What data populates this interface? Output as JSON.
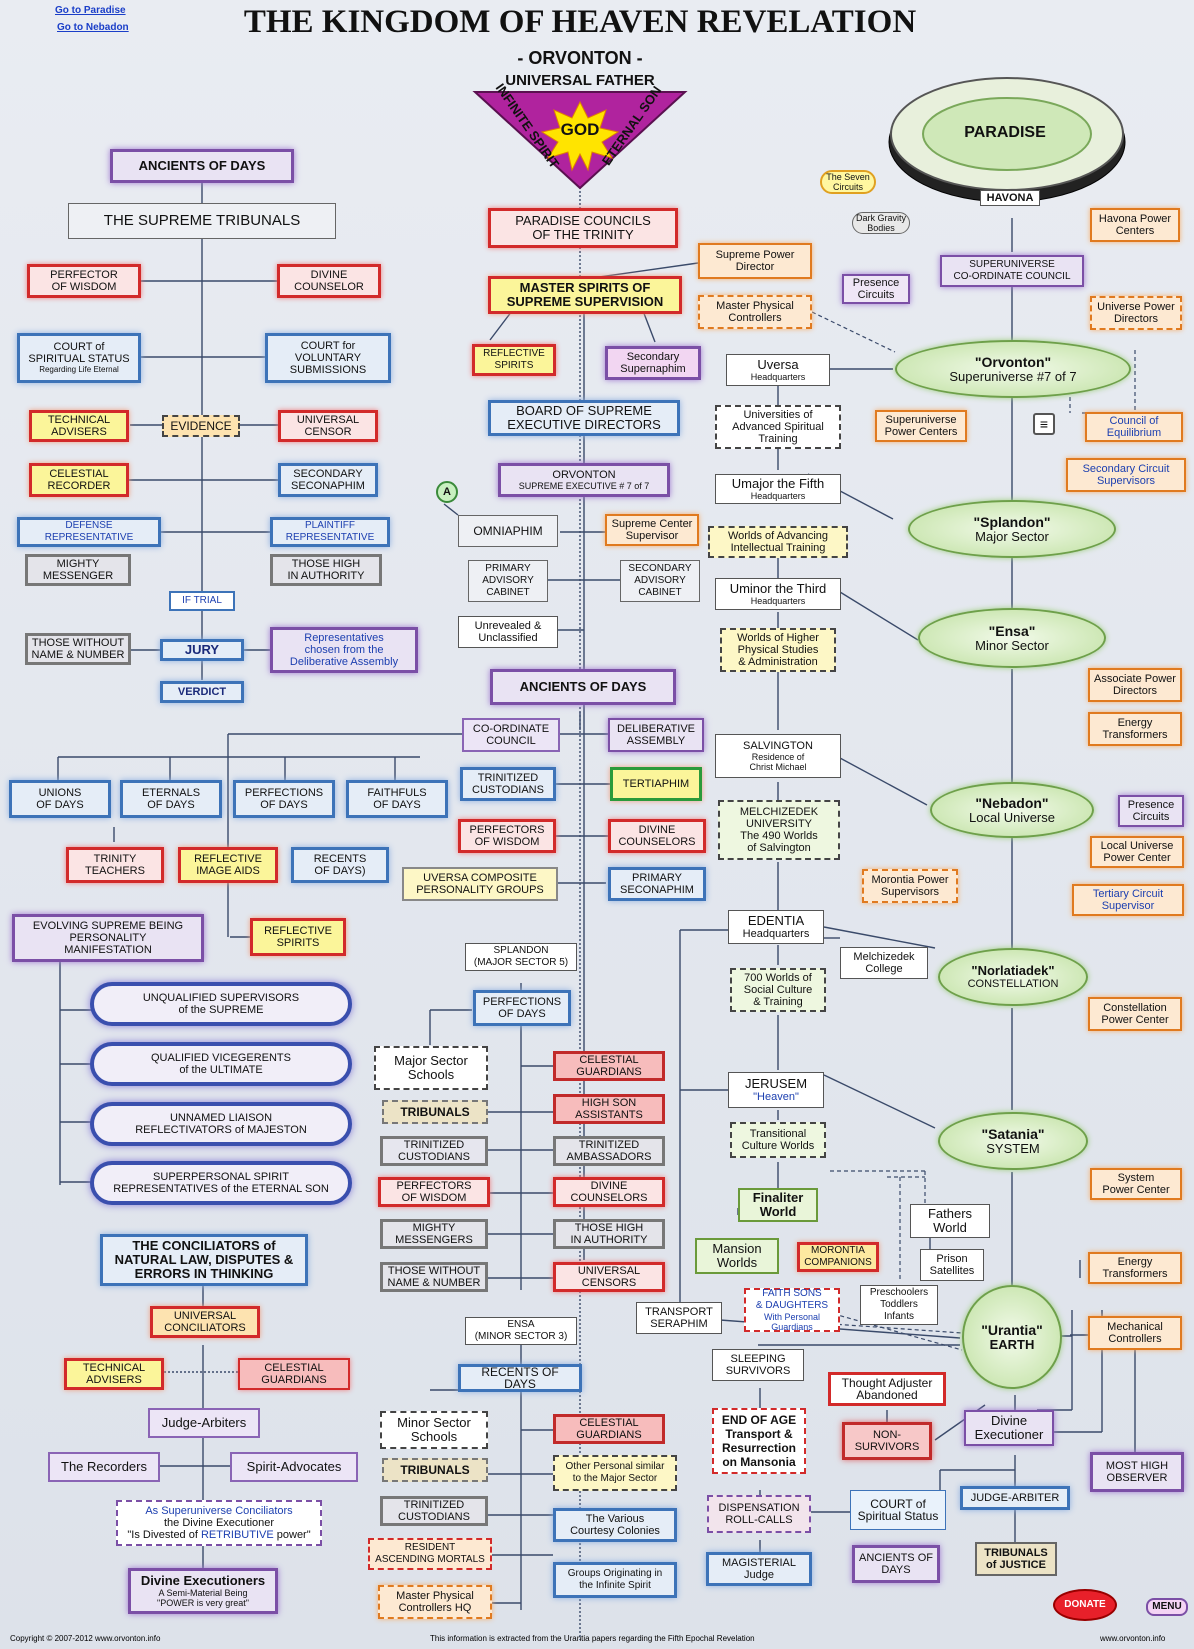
{
  "header": {
    "title": "THE KINGDOM OF HEAVEN  REVELATION",
    "subtitle": "- ORVONTON -",
    "link_paradise": "Go to Paradise",
    "link_nebadon": "Go to Nebadon"
  },
  "trinity": {
    "father": "UNIVERSAL FATHER",
    "spirit": "INFINITE SPIRIT",
    "son": "ETERNAL SON",
    "god": "GOD"
  },
  "paradise_diagram": {
    "paradise": "PARADISE",
    "havona": "HAVONA",
    "seven_circuits": "The Seven\nCircuits",
    "dark_gravity": "Dark Gravity\nBodies"
  },
  "nodes": {
    "ancients_top": "ANCIENTS OF DAYS",
    "supreme_tribunals": "THE SUPREME TRIBUNALS",
    "perfector_wisdom": "PERFECTOR\nOF WISDOM",
    "divine_counselor": "DIVINE\nCOUNSELOR",
    "court_spiritual": "COURT of\nSPIRITUAL STATUS",
    "court_spiritual_sub": "Regarding Life Eternal",
    "court_voluntary": "COURT for\nVOLUNTARY\nSUBMISSIONS",
    "technical_advisers": "TECHNICAL\nADVISERS",
    "evidence": "EVIDENCE",
    "universal_censor": "UNIVERSAL\nCENSOR",
    "celestial_recorder": "CELESTIAL\nRECORDER",
    "secondary_seconaphim": "SECONDARY\nSECONAPHIM",
    "defense_rep": "DEFENSE\nREPRESENTATIVE",
    "plaintiff_rep": "PLAINTIFF\nREPRESENTATIVE",
    "mighty_messenger": "MIGHTY\nMESSENGER",
    "those_high": "THOSE HIGH\nIN AUTHORITY",
    "if_trial": "IF TRIAL",
    "those_without": "THOSE WITHOUT\nNAME & NUMBER",
    "jury": "JURY",
    "representatives": "Representatives\nchosen from the\nDeliberative Assembly",
    "verdict": "VERDICT",
    "paradise_councils": "PARADISE COUNCILS\nOF THE TRINITY",
    "master_spirits": "MASTER SPIRITS OF\nSUPREME SUPERVISION",
    "supreme_power_director": "Supreme Power\nDirector",
    "master_physical": "Master Physical\nControllers",
    "reflective_spirits": "REFLECTIVE\nSPIRITS",
    "secondary_supernaphim": "Secondary\nSupernaphim",
    "board_supreme": "BOARD OF SUPREME\nEXECUTIVE DIRECTORS",
    "orvonton_exec": "ORVONTON",
    "orvonton_exec_sub": "SUPREME EXECUTIVE # 7 of 7",
    "a_marker": "A",
    "omniaphim": "OMNIAPHIM",
    "supreme_center_supervisor": "Supreme Center\nSupervisor",
    "primary_advisory": "PRIMARY\nADVISORY\nCABINET",
    "secondary_advisory": "SECONDARY\nADVISORY\nCABINET",
    "unrevealed": "Unrevealed &\nUnclassified",
    "ancients_mid": "ANCIENTS OF DAYS",
    "coordinate_council": "CO-ORDINATE\nCOUNCIL",
    "deliberative_assembly": "DELIBERATIVE\nASSEMBLY",
    "unions_days": "UNIONS\nOF DAYS",
    "eternals_days": "ETERNALS\nOF DAYS",
    "perfections_days": "PERFECTIONS\nOF DAYS",
    "faithfuls_days": "FAITHFULS\nOF DAYS",
    "trinitized_custodians": "TRINITIZED\nCUSTODIANS",
    "tertiaphim": "TERTIAPHIM",
    "trinity_teachers": "TRINITY\nTEACHERS",
    "reflective_image": "REFLECTIVE\nIMAGE AIDS",
    "recents_days": "RECENTS\nOF DAYS)",
    "perfectors_wisdom": "PERFECTORS\nOF WISDOM",
    "divine_counselors": "DIVINE\nCOUNSELORS",
    "uversa_composite": "UVERSA COMPOSITE\nPERSONALITY GROUPS",
    "primary_seconaphim": "PRIMARY\nSECONAPHIM",
    "evolving_supreme": "EVOLVING SUPREME BEING\nPERSONALITY\nMANIFESTATION",
    "reflective_spirits2": "REFLECTIVE\nSPIRITS",
    "unqualified": "UNQUALIFIED SUPERVISORS\nof the SUPREME",
    "qualified": "QUALIFIED VICEGERENTS\nof the ULTIMATE",
    "unnamed": "UNNAMED LIAISON\nREFLECTIVATORS of MAJESTON",
    "superpersonal": "SUPERPERSONAL SPIRIT\nREPRESENTATIVES of the ETERNAL SON",
    "conciliators_title": "THE CONCILIATORS of\nNATURAL LAW, DISPUTES &\nERRORS IN THINKING",
    "universal_conciliators": "UNIVERSAL\nCONCILIATORS",
    "technical_advisers2": "TECHNICAL\nADVISERS",
    "celestial_guardians_c": "CELESTIAL\nGUARDIANS",
    "judge_arbiters": "Judge-Arbiters",
    "the_recorders": "The Recorders",
    "spirit_advocates": "Spirit-Advocates",
    "as_super_1": "As Superuniverse Conciliators",
    "as_super_2": "the Divine Executioner",
    "as_super_3a": "\"Is Divested of ",
    "as_super_3b": "RETRIBUTIVE",
    "as_super_3c": " power\"",
    "divine_executioners": "Divine Executioners",
    "divine_executioners_sub": "A Semi-Material Being\n\"POWER is very great\"",
    "splandon_ms": "SPLANDON\n(MAJOR SECTOR 5)",
    "perfections_days2": "PERFECTIONS\nOF DAYS",
    "major_sector_schools": "Major Sector\nSchools",
    "celestial_guardians1": "CELESTIAL\nGUARDIANS",
    "tribunals1": "TRIBUNALS",
    "high_son": "HIGH SON\nASSISTANTS",
    "trinitized_custodians2": "TRINITIZED\nCUSTODIANS",
    "trinitized_ambassadors": "TRINITIZED\nAMBASSADORS",
    "perfectors_wisdom2": "PERFECTORS\nOF WISDOM",
    "divine_counselors2": "DIVINE\nCOUNSELORS",
    "mighty_messengers2": "MIGHTY\nMESSENGERS",
    "those_high2": "THOSE HIGH\nIN AUTHORITY",
    "those_without2": "THOSE WITHOUT\nNAME & NUMBER",
    "universal_censors2": "UNIVERSAL\nCENSORS",
    "ensa_ms": "ENSA\n(MINOR SECTOR 3)",
    "recents_days2": "RECENTS OF DAYS",
    "minor_sector_schools": "Minor Sector\nSchools",
    "celestial_guardians2": "CELESTIAL\nGUARDIANS",
    "tribunals2": "TRIBUNALS",
    "other_personal": "Other Personal similar\nto the Major Sector",
    "trinitized_custodians3": "TRINITIZED\nCUSTODIANS",
    "various_courtesy": "The Various\nCourtesy Colonies",
    "resident_ascending": "RESIDENT\nASCENDING MORTALS",
    "groups_originating": "Groups Originating in\nthe Infinite Spirit",
    "master_physical_hq": "Master Physical\nControllers HQ",
    "uversa": "Uversa",
    "uversa_sub": "Headquarters",
    "universities": "Universities of\nAdvanced Spiritual\nTraining",
    "umajor": "Umajor the Fifth",
    "umajor_sub": "Headquarters",
    "worlds_advancing": "Worlds of Advancing\nIntellectual Training",
    "uminor": "Uminor the Third",
    "uminor_sub": "Headquarters",
    "worlds_higher": "Worlds of Higher\nPhysical Studies\n& Administration",
    "salvington": "SALVINGTON",
    "salvington_sub": "Residence of\nChrist Michael",
    "melchizedek_univ": "MELCHIZEDEK\nUNIVERSITY\nThe 490 Worlds\nof Salvington",
    "edentia": "EDENTIA",
    "edentia_sub": "Headquarters",
    "melchizedek_college": "Melchizedek\nCollege",
    "seven_hundred": "700 Worlds of\nSocial Culture\n& Training",
    "jerusem": "JERUSEM",
    "jerusem_sub": "\"Heaven\"",
    "transitional": "Transitional\nCulture Worlds",
    "finaliter": "Finaliter\nWorld",
    "fathers_world": "Fathers\nWorld",
    "mansion_worlds": "Mansion\nWorlds",
    "morontia_companions": "MORONTIA\nCOMPANIONS",
    "prison_satellites": "Prison\nSatellites",
    "transport_seraphim": "TRANSPORT\nSERAPHIM",
    "faith_sons": "FAITH SONS\n& DAUGHTERS",
    "faith_sons_sub": "With Personal\nGuardians",
    "preschoolers": "Preschoolers\nToddlers\nInfants",
    "sleeping_survivors": "SLEEPING\nSURVIVORS",
    "thought_adjuster": "Thought Adjuster\nAbandoned",
    "end_of_age": "END OF AGE\nTransport &\nResurrection\non Mansonia",
    "non_survivors": "NON-\nSURVIVORS",
    "divine_executioner": "Divine\nExecutioner",
    "dispensation": "DISPENSATION\nROLL-CALLS",
    "court_spiritual2": "COURT of\nSpiritual Status",
    "judge_arbiter": "JUDGE-ARBITER",
    "most_high_observer": "MOST HIGH\nOBSERVER",
    "magisterial_judge": "MAGISTERIAL\nJudge",
    "ancients_bottom": "ANCIENTS OF\nDAYS",
    "tribunals_justice": "TRIBUNALS\nof JUSTICE",
    "havona_power": "Havona Power\nCenters",
    "superuniverse_coord": "SUPERUNIVERSE\nCO-ORDINATE COUNCIL",
    "presence_circuits1": "Presence\nCircuits",
    "universe_power_directors": "Universe Power\nDirectors",
    "orvonton_super": "\"Orvonton\"",
    "orvonton_super_sub": "Superuniverse #7 of 7",
    "superuniverse_power": "Superuniverse\nPower Centers",
    "menu_icon": "≡",
    "council_equilibrium": "Council of\nEquilibrium",
    "secondary_circuit": "Secondary Circuit\nSupervisors",
    "splandon_major": "\"Splandon\"",
    "splandon_major_sub": "Major Sector",
    "ensa_minor": "\"Ensa\"",
    "ensa_minor_sub": "Minor Sector",
    "associate_power": "Associate Power\nDirectors",
    "energy_transformers1": "Energy\nTransformers",
    "nebadon": "\"Nebadon\"",
    "nebadon_sub": "Local Universe",
    "presence_circuits2": "Presence\nCircuits",
    "local_universe_power": "Local Universe\nPower Center",
    "morontia_power": "Morontia Power\nSupervisors",
    "tertiary_circuit": "Tertiary Circuit\nSupervisor",
    "norlatiadek": "\"Norlatiadek\"",
    "norlatiadek_sub": "CONSTELLATION",
    "constellation_power": "Constellation\nPower Center",
    "satania": "\"Satania\"",
    "satania_sub": "SYSTEM",
    "system_power": "System\nPower Center",
    "energy_transformers2": "Energy\nTransformers",
    "urantia": "\"Urantia\"",
    "urantia_sub": "EARTH",
    "mechanical_controllers": "Mechanical\nControllers"
  },
  "footer": {
    "copyright": "Copyright © 2007-2012   www.orvonton.info",
    "source": "This information is extracted from the Urantia papers regarding the Fifth Epochal Revelation",
    "website": "www.orvonton.info",
    "donate": "DONATE",
    "menu": "MENU"
  },
  "colors": {
    "line": "#3a4a6a",
    "god_sun": "#ffe400",
    "triangle": "#b0239e",
    "donate": "#e8202a"
  }
}
